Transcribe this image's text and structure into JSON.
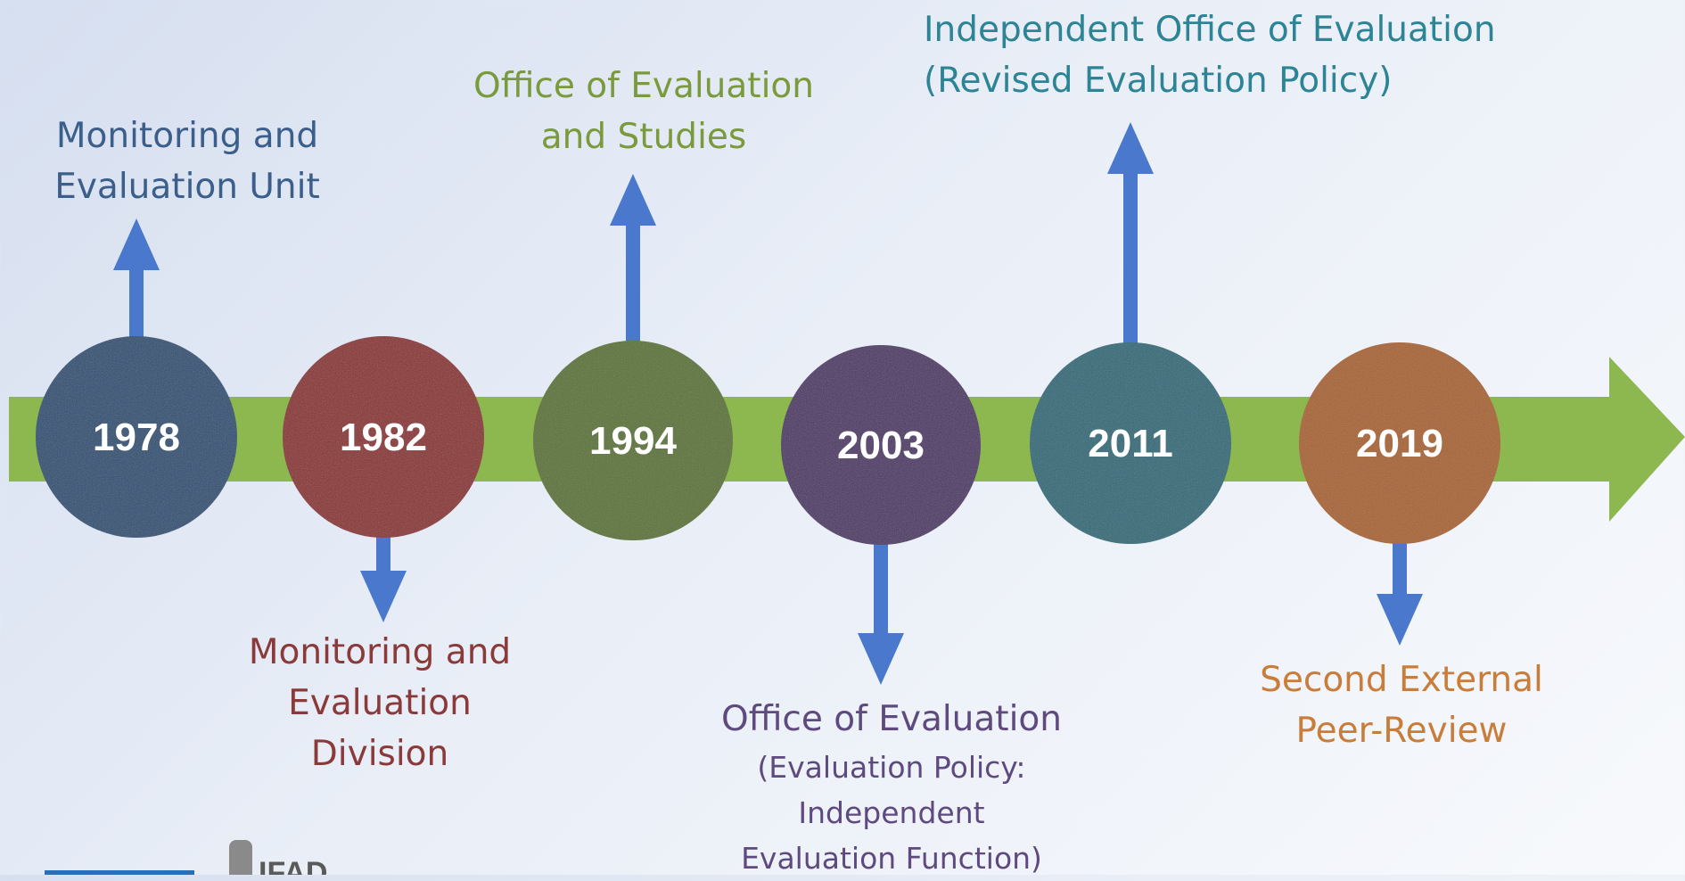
{
  "colors": {
    "band": "#8db850",
    "arrow": "#4a78cd"
  },
  "milestones": [
    {
      "year": "1978",
      "color": "#2b4f73",
      "text_color": "#3b5f8a",
      "direction": "up",
      "lines": [
        "Monitoring and",
        "Evaluation Unit"
      ]
    },
    {
      "year": "1982",
      "color": "#8a2e2e",
      "text_color": "#8b3a3a",
      "direction": "down",
      "lines": [
        "Monitoring and",
        "Evaluation",
        "Division"
      ]
    },
    {
      "year": "1994",
      "color": "#5c7330",
      "text_color": "#7a9a3d",
      "direction": "up",
      "lines": [
        "Office of Evaluation",
        "and Studies"
      ]
    },
    {
      "year": "2003",
      "color": "#4e3566",
      "text_color": "#5e4a7e",
      "direction": "down",
      "lines": [
        "Office of Evaluation"
      ],
      "sublines": [
        "(Evaluation Policy:",
        "Independent",
        "Evaluation Function)"
      ]
    },
    {
      "year": "2011",
      "color": "#2a6b78",
      "text_color": "#2c8494",
      "direction": "up",
      "lines": [
        "Independent Office of Evaluation",
        "(Revised Evaluation Policy)"
      ]
    },
    {
      "year": "2019",
      "color": "#a8632c",
      "text_color": "#c87d3a",
      "direction": "down",
      "lines": [
        "Second External",
        "Peer-Review"
      ]
    }
  ],
  "logo": {
    "text": "IFAD"
  }
}
